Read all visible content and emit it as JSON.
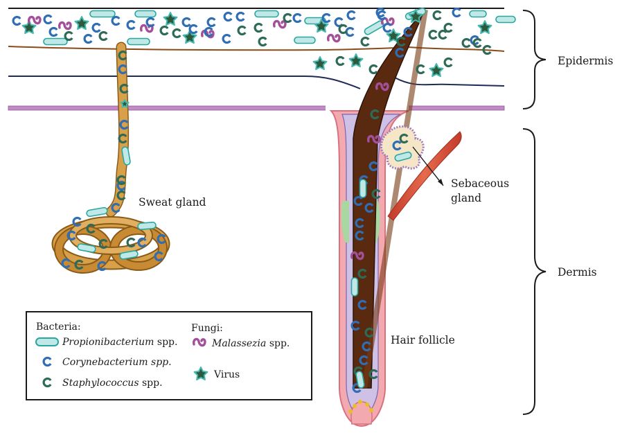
{
  "labels": {
    "epidermis": "Epidermis",
    "dermis": "Dermis",
    "sweat_gland": "Sweat gland",
    "sebaceous_line1": "Sebaceous",
    "sebaceous_line2": "gland",
    "hair_follicle": "Hair follicle"
  },
  "legend": {
    "bacteria_heading": "Bacteria:",
    "fungi_heading": "Fungi:",
    "items": [
      {
        "icon": "propionibacterium-rod-icon",
        "genus": "Propionibacterium",
        "suffix": " spp.",
        "genus_italic": true
      },
      {
        "icon": "corynebacterium-coccus-icon",
        "genus": "Corynebacterium spp.",
        "suffix": "",
        "genus_italic": true
      },
      {
        "icon": "staphylococcus-coccus-icon",
        "genus": "Staphylococcus",
        "suffix": " spp.",
        "genus_italic": true
      },
      {
        "icon": "malassezia-fungus-icon",
        "genus": "Malassezia",
        "suffix": " spp.",
        "genus_italic": true
      },
      {
        "icon": "virus-star-icon",
        "genus": "Virus",
        "suffix": "",
        "genus_italic": false
      }
    ]
  },
  "colors": {
    "propionibacterium": "#bfe8e6",
    "propionibacterium_outline": "#2aa6a0",
    "corynebacterium": "#2f6db4",
    "staphylococcus": "#2e6b57",
    "malassezia": "#a3509a",
    "virus": "#2d5a3c",
    "virus_outline": "#46b8b0",
    "skin_line_brown": "#8a4a1a",
    "skin_line_navy": "#1f2a55",
    "basement_membrane": "#c48ac8",
    "sweat_duct": "#d4943a",
    "follicle_sheath": "#f0a0a8",
    "hair_shaft": "#5a2a10",
    "muscle": "#d4503a"
  }
}
